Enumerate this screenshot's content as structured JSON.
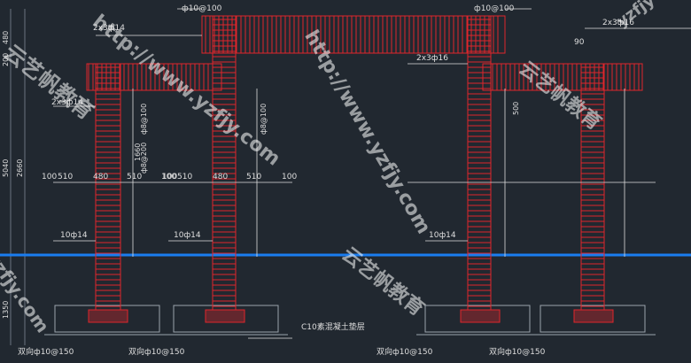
{
  "labels": {
    "stirrup_top_left": "ф10@100",
    "stirrup_top_right": "ф10@100",
    "bars_2x3_tl": "2x3ф14",
    "bars_2x3_tr": "2x3ф16",
    "bars_2x3_center": "2x3ф16",
    "bars_2x3_left": "2x3ф14",
    "main_bar_left": "10ф14",
    "main_bar_left2": "10ф14",
    "main_bar_right": "10ф14",
    "pad_note": "C10素混凝土垫层",
    "base_bar_1": "双向ф10@150",
    "base_bar_2": "双向ф10@150",
    "base_bar_3": "双向ф10@150",
    "base_bar_4": "双向ф10@150",
    "stirrup_v1": "ф8@100",
    "stirrup_v2": "ф8@200",
    "stirrup_v3": "ф8@100",
    "dim_90": "90"
  },
  "dims": {
    "h_segment": [
      "100",
      "510",
      "480",
      "510",
      "100"
    ],
    "left_vertical": [
      "480",
      "200",
      "5040",
      "2660",
      "1350"
    ],
    "v_500": "500",
    "v_1660": "1660"
  },
  "watermarks": [
    "云艺帆教育",
    "http://www.yzfjy.com",
    "yzfjy",
    "云艺帆教育",
    "http://www.yzfjy.com",
    "云艺帆教育",
    "yzfjy.com"
  ],
  "colors": {
    "background": "#212830",
    "rebar": "#e0262b",
    "dim": "#dedede",
    "grade": "#1a7df0",
    "cyan": "#3fb8c9"
  }
}
